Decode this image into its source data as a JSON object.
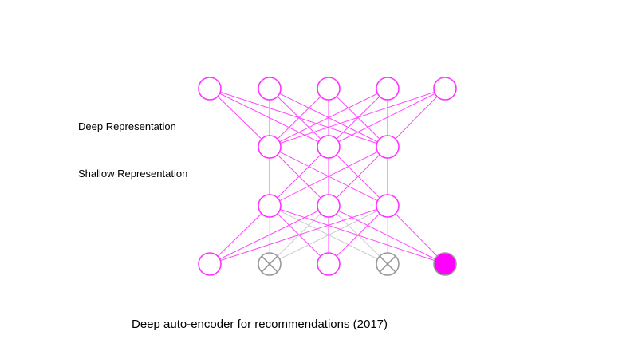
{
  "labels": {
    "deep": "Deep Representation",
    "shallow": "Shallow Representation"
  },
  "caption": "Deep auto-encoder for recommendations (2017)",
  "colors": {
    "node_stroke": "#ff33ff",
    "node_fill": "#ffffff",
    "edge_active": "#ff44ff",
    "edge_dropped": "#cccccc",
    "dropped_node_stroke": "#999999",
    "filled_node": "#ff00ff"
  },
  "network": {
    "layers": [
      {
        "name": "input",
        "nodes": [
          "normal",
          "normal",
          "normal",
          "normal",
          "normal"
        ]
      },
      {
        "name": "deep",
        "nodes": [
          "normal",
          "normal",
          "normal"
        ]
      },
      {
        "name": "shallow",
        "nodes": [
          "normal",
          "normal",
          "normal"
        ]
      },
      {
        "name": "output",
        "nodes": [
          "normal",
          "dropped",
          "normal",
          "dropped",
          "filled"
        ]
      }
    ]
  }
}
